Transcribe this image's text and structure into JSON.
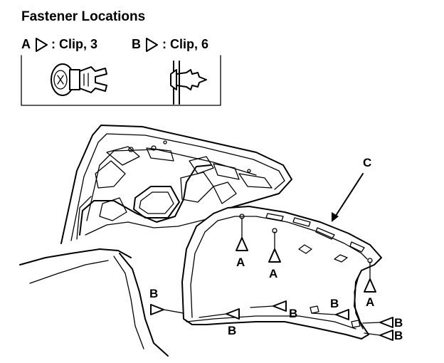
{
  "title": "Fastener Locations",
  "legend": {
    "a_letter": "A",
    "a_text": ": Clip, 3",
    "b_letter": "B",
    "b_text": ": Clip, 6"
  },
  "callouts": {
    "c": "C",
    "a": "A",
    "b": "B"
  }
}
